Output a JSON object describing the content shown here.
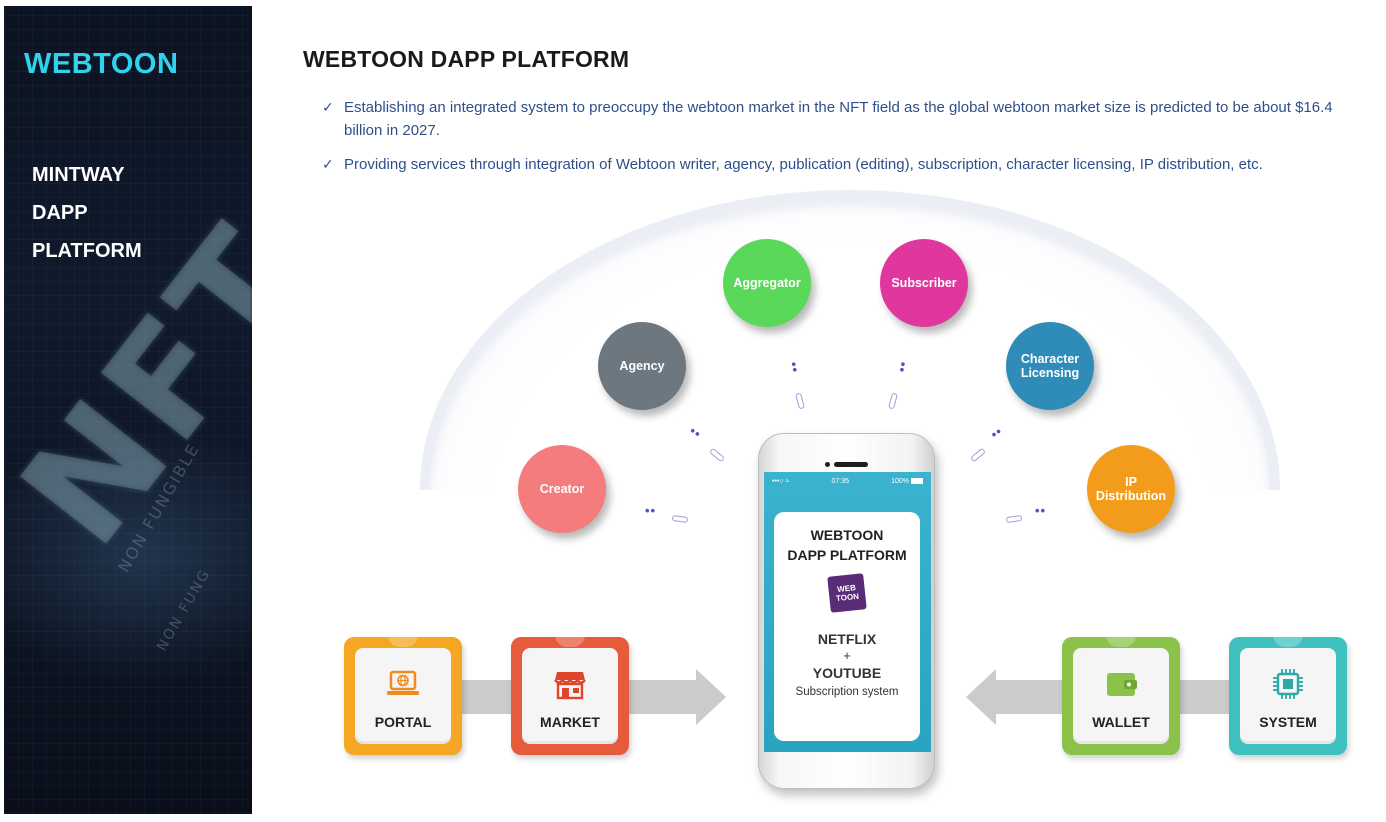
{
  "sidebar": {
    "brand": "WEBTOON",
    "menu": [
      "MINTWAY",
      "DAPP",
      "PLATFORM"
    ],
    "background_text": "NFT",
    "background_subtext": "NON FUNGIBLE",
    "background_subtext2": "NON FUNG"
  },
  "header": {
    "title": "WEBTOON DAPP PLATFORM",
    "bullets": [
      "Establishing an integrated system to preoccupy the webtoon market in the NFT field as the global webtoon market size is predicted to be about $16.4 billion in 2027.",
      "Providing services through integration of Webtoon writer, agency, publication (editing), subscription, character licensing, IP distribution, etc."
    ]
  },
  "nodes": [
    {
      "label": "Creator",
      "color": "#f47c7c"
    },
    {
      "label": "Agency",
      "color": "#6d7780"
    },
    {
      "label": "Aggregator",
      "color": "#5ad85a"
    },
    {
      "label": "Subscriber",
      "color": "#e0379e"
    },
    {
      "label": "Character Licensing",
      "color": "#2f8cb8"
    },
    {
      "label": "IP Distribution",
      "color": "#f39c1c"
    }
  ],
  "phone": {
    "status_left": "•••○ ≈",
    "status_time": "07:35",
    "status_battery": "100%",
    "title_line1": "WEBTOON",
    "title_line2": "DAPP PLATFORM",
    "logo_line1": "WEB",
    "logo_line2": "TOON",
    "line1": "NETFLIX",
    "plus": "+",
    "line2": "YOUTUBE",
    "line3": "Subscription system"
  },
  "tiles": [
    {
      "label": "PORTAL",
      "icon": "laptop-icon",
      "color": "#f5a623"
    },
    {
      "label": "MARKET",
      "icon": "store-icon",
      "color": "#e55b3c"
    },
    {
      "label": "WALLET",
      "icon": "wallet-icon",
      "color": "#8bc34a"
    },
    {
      "label": "SYSTEM",
      "icon": "chip-icon",
      "color": "#3fc1bf"
    }
  ]
}
